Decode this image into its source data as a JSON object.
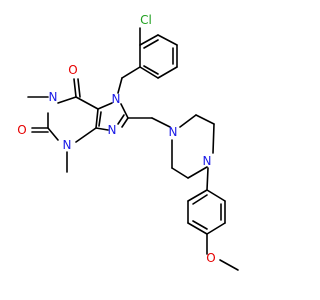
{
  "colors": {
    "bond": "#000000",
    "N": "#1a1ae6",
    "O": "#e60000",
    "Cl": "#1fa01f"
  },
  "labels": {
    "cl": "Cl",
    "o_top": "O",
    "o_left": "O",
    "o_meo": "O",
    "n1": "N",
    "n3": "N",
    "n7": "N",
    "n9": "N",
    "np1": "N",
    "np4": "N"
  }
}
